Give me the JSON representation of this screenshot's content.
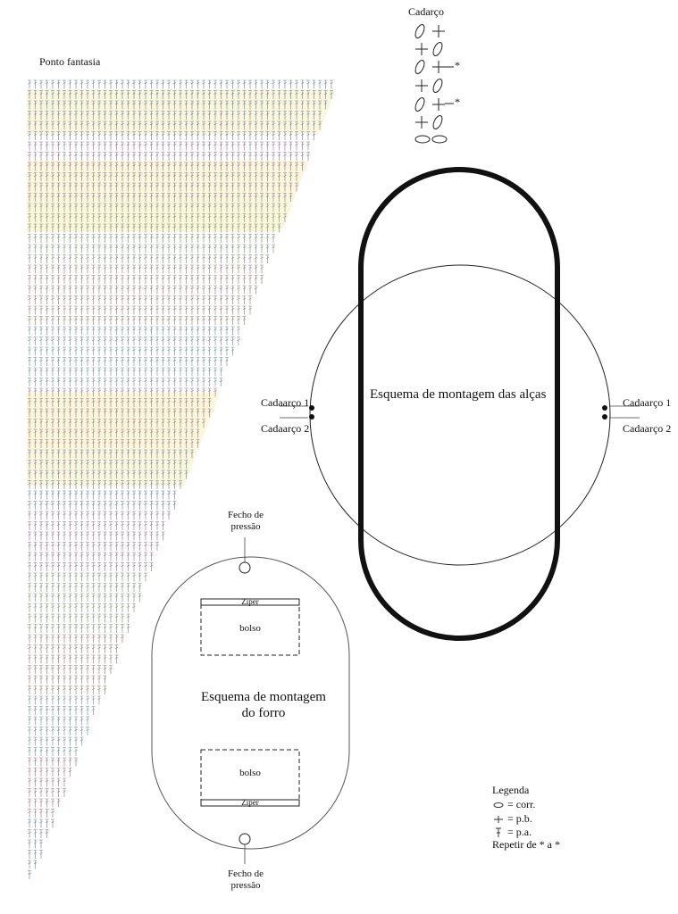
{
  "diagram": {
    "stitch_chart": {
      "title": "Ponto fantasia"
    },
    "cord_chart": {
      "title": "Cadarço",
      "repeat_mark": "*"
    },
    "handles": {
      "title": "Esquema de montagem das alças",
      "left_top": "Cadaarço 1",
      "left_bottom": "Cadaarço 2",
      "right_top": "Cadaarço 1",
      "right_bottom": "Cadaarço 2"
    },
    "lining": {
      "title_line1": "Esquema de montagem",
      "title_line2": "do forro",
      "top_clasp_line1": "Fecho de",
      "top_clasp_line2": "pressão",
      "bottom_clasp_line1": "Fecho de",
      "bottom_clasp_line2": "pressão",
      "zipper_top": "Ziper",
      "zipper_bottom": "Ziper",
      "pocket_top": "bolso",
      "pocket_bottom": "bolso"
    },
    "legend": {
      "title": "Legenda",
      "items": [
        {
          "icon": "chain-stitch-icon",
          "label": "= corr."
        },
        {
          "icon": "single-crochet-icon",
          "label": "= p.b."
        },
        {
          "icon": "double-crochet-icon",
          "label": "= p.a."
        }
      ],
      "note": "Repetir de * a *"
    }
  }
}
